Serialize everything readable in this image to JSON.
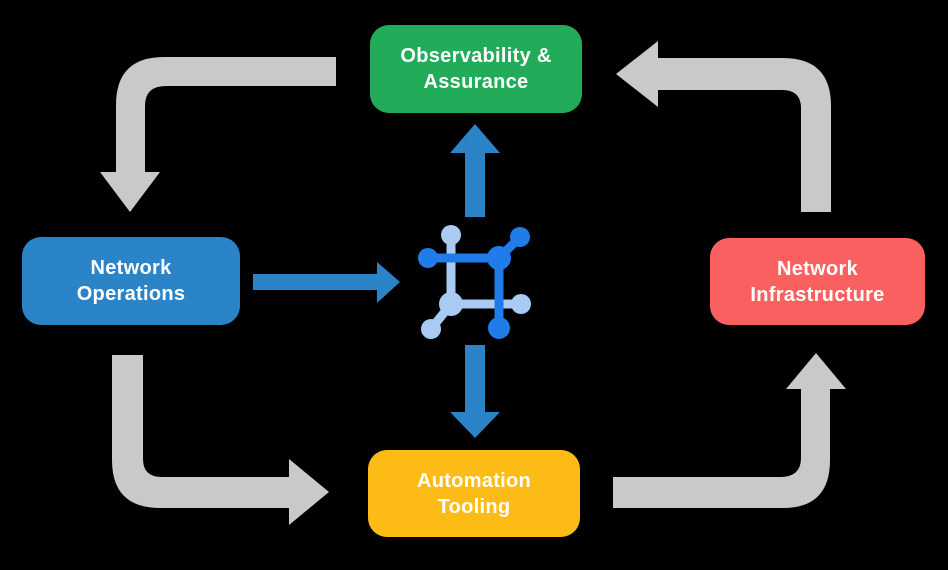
{
  "colors": {
    "background": "#000000",
    "cycle_arrow": "#C9C9C9",
    "flow_arrow": "#2A84C7",
    "icon_dark_blue": "#1F7CE8",
    "icon_light_blue": "#A9CBF3",
    "text": "#FFFFFF",
    "node_green": "#22AB58",
    "node_blue": "#2A84C7",
    "node_red": "#FA6060",
    "node_yellow": "#FDBC15"
  },
  "nodes": {
    "observability": {
      "line1": "Observability &",
      "line2": "Assurance",
      "color": "#22AB58"
    },
    "operations": {
      "line1": "Network",
      "line2": "Operations",
      "color": "#2A84C7"
    },
    "infrastructure": {
      "line1": "Network",
      "line2": "Infrastructure",
      "color": "#FA6060"
    },
    "automation": {
      "line1": "Automation",
      "line2": "Tooling",
      "color": "#FDBC15"
    }
  },
  "icon": {
    "name": "network-mesh-icon"
  },
  "arrows": {
    "cycle": [
      "observability-to-operations",
      "operations-to-automation",
      "automation-to-infrastructure",
      "infrastructure-to-observability"
    ],
    "flow": [
      "operations-to-center",
      "center-to-observability",
      "center-to-automation"
    ]
  }
}
